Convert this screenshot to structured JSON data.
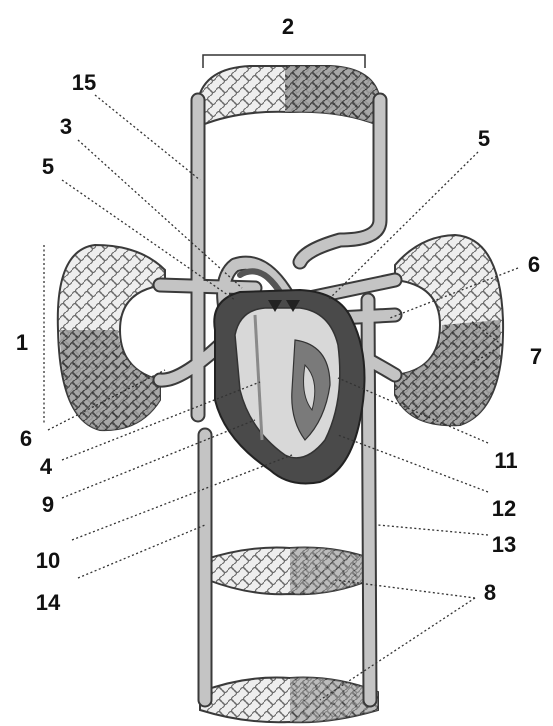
{
  "labels": {
    "n1": "1",
    "n2": "2",
    "n3": "3",
    "n4": "4",
    "n5a": "5",
    "n5b": "5",
    "n6a": "6",
    "n6b": "6",
    "n7": "7",
    "n8": "8",
    "n9": "9",
    "n10": "10",
    "n11": "11",
    "n12": "12",
    "n13": "13",
    "n14": "14",
    "n15": "15"
  },
  "colors": {
    "vessel_fill": "#c4c4c4",
    "vessel_outline": "#3a3a3a",
    "heart_dark": "#4a4a4a",
    "heart_light": "#d8d8d8",
    "capillary_dark": "#555555",
    "leader_line": "#333333"
  }
}
